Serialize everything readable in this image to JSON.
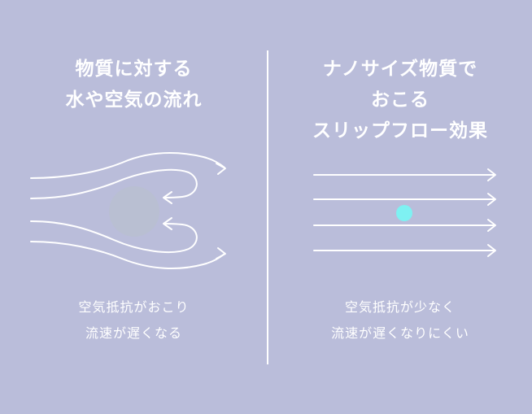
{
  "left": {
    "title_lines": [
      "物質に対する",
      "水や空気の流れ"
    ],
    "caption_lines": [
      "空気抵抗がおこり",
      "流速が遅くなる"
    ],
    "particle_color": "#b9bfd2"
  },
  "right": {
    "title_lines": [
      "ナノサイズ物質で",
      "おこる",
      "スリップフロー効果"
    ],
    "caption_lines": [
      "空気抵抗が少なく",
      "流速が遅くなりにくい"
    ],
    "particle_color": "#7ef1f2"
  },
  "colors": {
    "background": "#babdda",
    "line": "#ffffff"
  }
}
